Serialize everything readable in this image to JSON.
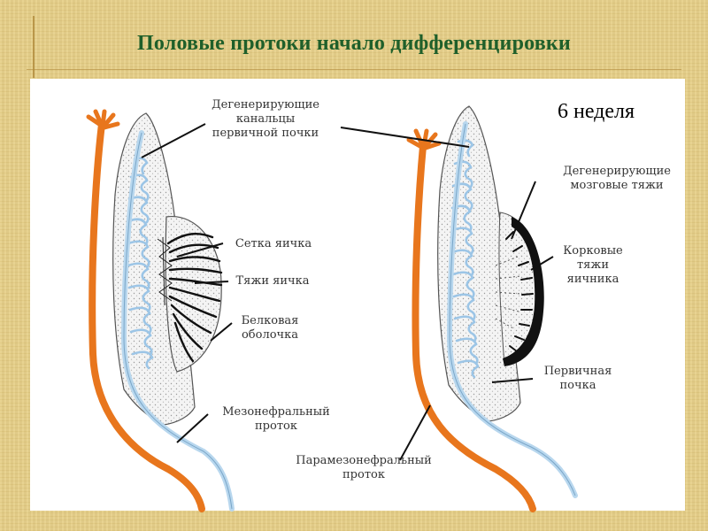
{
  "title": "Половые протоки начало дифференцировки",
  "week_label": "6 неделя",
  "labels": {
    "degenerating_canals_1": "Дегенерирующие",
    "degenerating_canals_2": "канальцы",
    "degenerating_canals_3": "первичной почки",
    "rete_testis": "Сетка яичка",
    "testis_cords": "Тяжи яичка",
    "tunica_1": "Белковая",
    "tunica_2": "оболочка",
    "mesonephric_1": "Мезонефральный",
    "mesonephric_2": "проток",
    "paramesonephric_1": "Парамезонефральный",
    "paramesonephric_2": "проток",
    "medullary_1": "Дегенерирующие",
    "medullary_2": "мозговые тяжи",
    "cortical_1": "Корковые",
    "cortical_2": "тяжи",
    "cortical_3": "яичника",
    "primary_kidney_1": "Первичная",
    "primary_kidney_2": "почка"
  },
  "colors": {
    "title": "#1f5f2a",
    "background": "#e6cf86",
    "paramesonephric_duct": "#e8761d",
    "mesonephric_duct": "#b8d7ee",
    "stipple": "#d8d8d8"
  }
}
